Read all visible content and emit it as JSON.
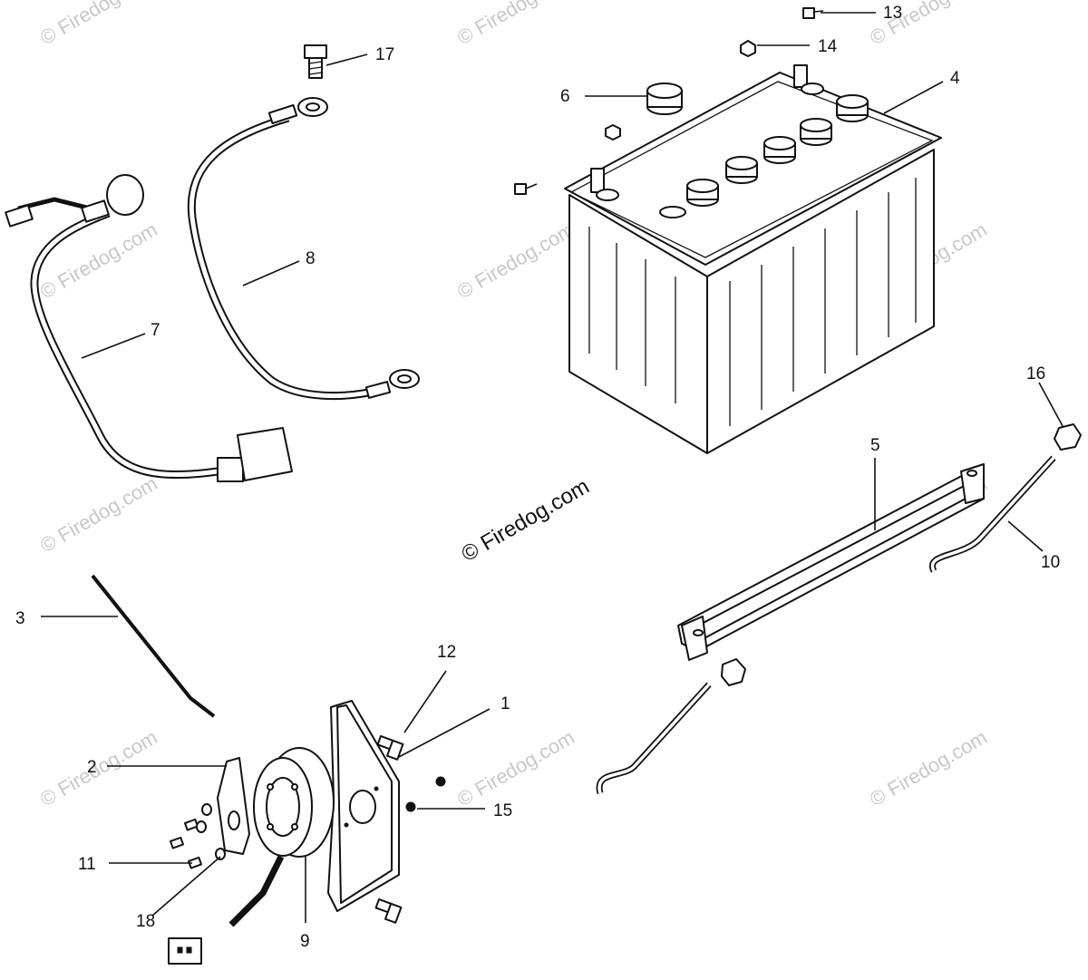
{
  "watermark": "© Firedog.com",
  "brand_watermark": "© Firedog.com",
  "callouts": {
    "p1": "1",
    "p2": "2",
    "p3": "3",
    "p4": "4",
    "p5": "5",
    "p6": "6",
    "p7": "7",
    "p8": "8",
    "p9": "9",
    "p10": "10",
    "p11": "11",
    "p12": "12",
    "p13": "13",
    "p14": "14",
    "p15": "15",
    "p16": "16",
    "p17": "17",
    "p18": "18"
  }
}
